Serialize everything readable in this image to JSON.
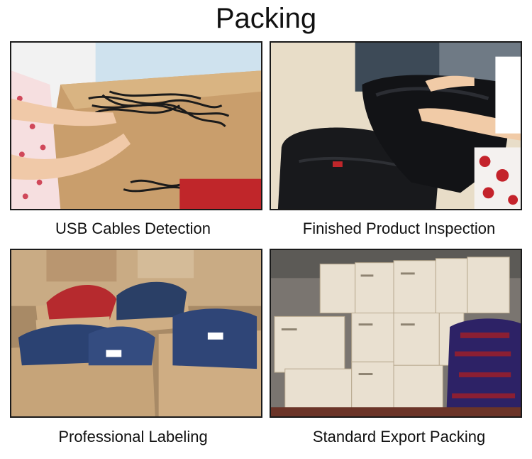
{
  "title": "Packing",
  "panels": [
    {
      "caption": "USB Cables Detection"
    },
    {
      "caption": "Finished Product Inspection"
    },
    {
      "caption": "Professional Labeling"
    },
    {
      "caption": "Standard Export Packing"
    }
  ]
}
